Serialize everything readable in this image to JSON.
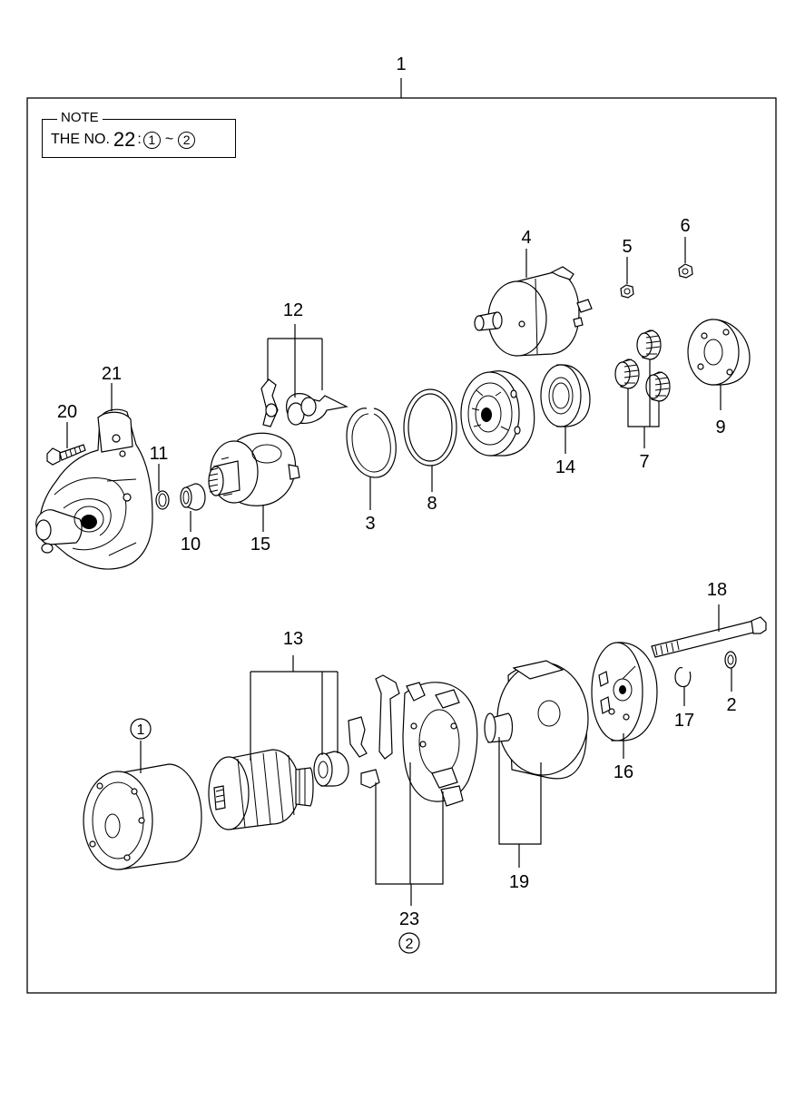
{
  "note": {
    "title": "NOTE",
    "prefix": "THE NO.",
    "number": "22",
    "colon": ":",
    "range_start": "1",
    "tilde": "~",
    "range_end": "2"
  },
  "labels": {
    "l1": "1",
    "l2": "2",
    "l3": "3",
    "l4": "4",
    "l5": "5",
    "l6": "6",
    "l7": "7",
    "l8": "8",
    "l9": "9",
    "l10": "10",
    "l11": "11",
    "l12": "12",
    "l13": "13",
    "l14": "14",
    "l15": "15",
    "l16": "16",
    "l17": "17",
    "l18": "18",
    "l19": "19",
    "l20": "20",
    "l21": "21",
    "l23": "23",
    "circle_1": "1",
    "circle_2": "2"
  }
}
